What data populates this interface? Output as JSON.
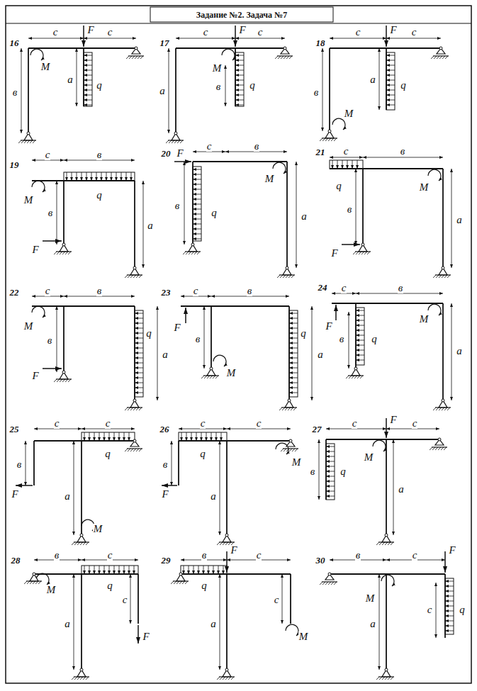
{
  "diagram": {
    "title": "Задание №2. Задача №7",
    "labels": [
      "16",
      "c",
      "F",
      "c",
      "M",
      "в",
      "a",
      "q",
      "17",
      "c",
      "F",
      "c",
      "M",
      "a",
      "в",
      "q",
      "18",
      "c",
      "F",
      "c",
      "в",
      "a",
      "q",
      "M",
      "19",
      "c",
      "в",
      "M",
      "в",
      "q",
      "F",
      "a",
      "20",
      "F",
      "c",
      "в",
      "в",
      "q",
      "M",
      "a",
      "21",
      "c",
      "в",
      "q",
      "в",
      "M",
      "F",
      "a",
      "22",
      "c",
      "в",
      "M",
      "в",
      "F",
      "q",
      "a",
      "23",
      "c",
      "в",
      "F",
      "в",
      "M",
      "q",
      "a",
      "24",
      "c",
      "в",
      "F",
      "в",
      "q",
      "M",
      "a",
      "25",
      "c",
      "c",
      "q",
      "в",
      "F",
      "a",
      "M",
      "26",
      "c",
      "c",
      "q",
      "в",
      "F",
      "a",
      "M",
      "27",
      "c",
      "F",
      "c",
      "M",
      "в",
      "q",
      "a",
      "28",
      "в",
      "c",
      "M",
      "q",
      "a",
      "c",
      "F",
      "29",
      "в",
      "F",
      "c",
      "q",
      "a",
      "c",
      "M",
      "30",
      "в",
      "c",
      "F",
      "M",
      "a",
      "c",
      "q"
    ]
  }
}
